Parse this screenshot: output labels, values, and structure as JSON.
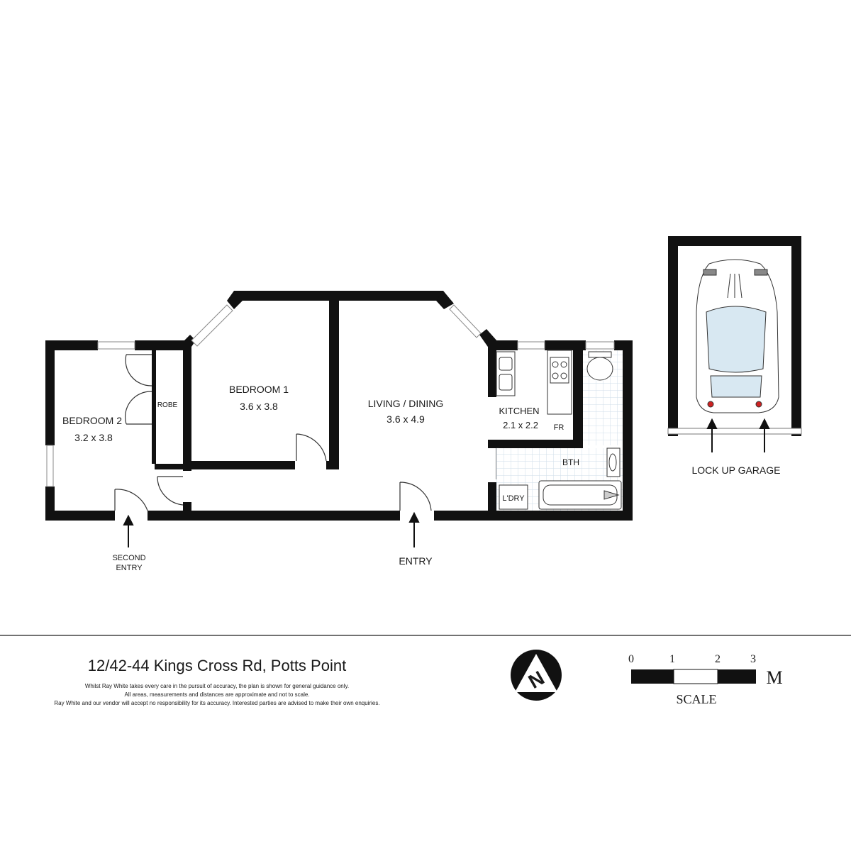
{
  "rooms": {
    "bedroom2": {
      "name": "BEDROOM 2",
      "size": "3.2 x 3.8"
    },
    "robe": {
      "name": "ROBE"
    },
    "bedroom1": {
      "name": "BEDROOM 1",
      "size": "3.6 x 3.8"
    },
    "living": {
      "name": "LIVING / DINING",
      "size": "3.6 x 4.9"
    },
    "kitchen": {
      "name": "KITCHEN",
      "size": "2.1 x 2.2",
      "fridge": "FR"
    },
    "bath": {
      "name": "BTH"
    },
    "laundry": {
      "name": "L'DRY"
    },
    "garage": {
      "name": "LOCK UP GARAGE"
    }
  },
  "entries": {
    "main": "ENTRY",
    "second_line1": "SECOND",
    "second_line2": "ENTRY"
  },
  "footer": {
    "address": "12/42-44 Kings Cross Rd, Potts Point",
    "disclaimer1": "Whilst Ray White takes every care in the pursuit of accuracy, the plan is shown for general guidance only.",
    "disclaimer2": "All areas, measurements and distances are approximate and not to scale.",
    "disclaimer3": "Ray White and our vendor will accept no responsibility for its accuracy. Interested parties are advised to make their own enquiries."
  },
  "north_letter": "N",
  "scale": {
    "ticks": [
      "0",
      "1",
      "2",
      "3"
    ],
    "unit": "M",
    "label": "SCALE"
  },
  "colors": {
    "wall": "#111111",
    "tile": "#d9e6ee",
    "glass": "#d8e8f2",
    "text": "#1a1a1a"
  }
}
